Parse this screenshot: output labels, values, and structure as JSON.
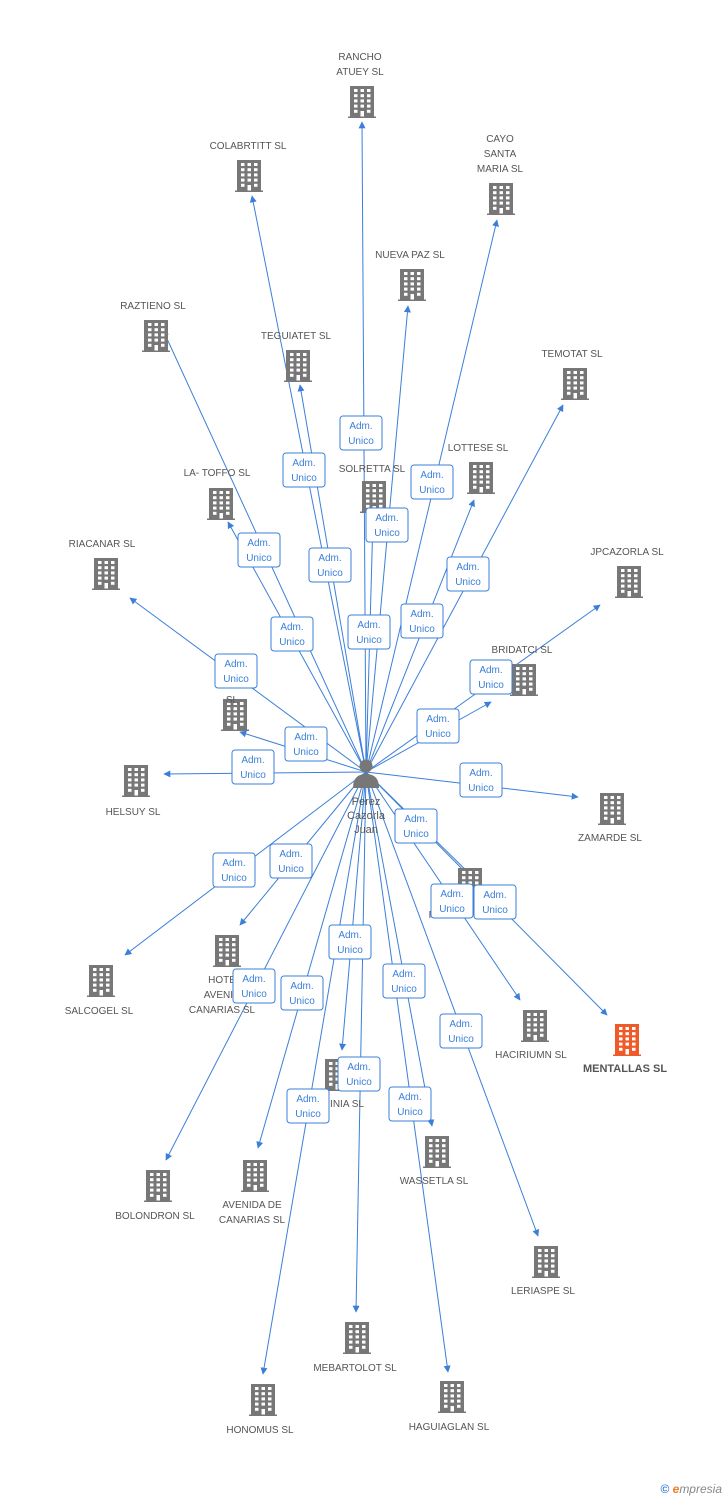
{
  "colors": {
    "edge": "#3b7fd9",
    "building": "#777777",
    "highlight": "#f05a28",
    "text": "#555555"
  },
  "center": {
    "name_lines": [
      "Perez",
      "Cazorla",
      "Juan"
    ],
    "icon": "person-icon"
  },
  "relation_label": [
    "Adm.",
    "Unico"
  ],
  "companies": [
    {
      "id": "rancho-atuey",
      "lines": [
        "RANCHO",
        "ATUEY SL"
      ],
      "highlight": false
    },
    {
      "id": "colabrtitt",
      "lines": [
        "COLABRTITT SL"
      ],
      "highlight": false
    },
    {
      "id": "cayo-santa-maria",
      "lines": [
        "CAYO",
        "SANTA",
        "MARIA SL"
      ],
      "highlight": false
    },
    {
      "id": "nueva-paz",
      "lines": [
        "NUEVA PAZ SL"
      ],
      "highlight": false
    },
    {
      "id": "raztieno",
      "lines": [
        "RAZTIENO SL"
      ],
      "highlight": false
    },
    {
      "id": "teguiatet",
      "lines": [
        "TEGUIATET SL"
      ],
      "highlight": false
    },
    {
      "id": "temotat",
      "lines": [
        "TEMOTAT SL"
      ],
      "highlight": false
    },
    {
      "id": "lottese",
      "lines": [
        "LOTTESE SL"
      ],
      "highlight": false
    },
    {
      "id": "la-toffo",
      "lines": [
        "LA- TOFFO SL"
      ],
      "highlight": false
    },
    {
      "id": "solretta",
      "lines": [
        "SOLRETTA SL"
      ],
      "highlight": false
    },
    {
      "id": "riacanar",
      "lines": [
        "RIACANAR SL"
      ],
      "highlight": false
    },
    {
      "id": "jpcazorla",
      "lines": [
        "JPCAZORLA SL"
      ],
      "highlight": false
    },
    {
      "id": "bridatci",
      "lines": [
        "BRIDATCI SL"
      ],
      "highlight": false
    },
    {
      "id": "hab",
      "lines": [
        "HAB",
        "SL"
      ],
      "highlight": false
    },
    {
      "id": "helsuy",
      "lines": [
        "HELSUY SL"
      ],
      "highlight": false
    },
    {
      "id": "zamarde",
      "lines": [
        "ZAMARDE SL"
      ],
      "highlight": false
    },
    {
      "id": "p-unlabeled",
      "lines": [
        "P"
      ],
      "highlight": false
    },
    {
      "id": "salcogel",
      "lines": [
        "SALCOGEL SL"
      ],
      "highlight": false
    },
    {
      "id": "hotel-avenida",
      "lines": [
        "HOTE",
        "AVENID",
        "CANARIAS SL"
      ],
      "highlight": false
    },
    {
      "id": "haciriumn",
      "lines": [
        "HACIRIUMN SL"
      ],
      "highlight": false
    },
    {
      "id": "mentallas",
      "lines": [
        "MENTALLAS SL"
      ],
      "highlight": true
    },
    {
      "id": "inia",
      "lines": [
        "INIA SL"
      ],
      "highlight": false
    },
    {
      "id": "bolondron",
      "lines": [
        "BOLONDRON SL"
      ],
      "highlight": false
    },
    {
      "id": "avenida-canarias",
      "lines": [
        "AVENIDA DE",
        "CANARIAS SL"
      ],
      "highlight": false
    },
    {
      "id": "wassetla",
      "lines": [
        "WASSETLA SL"
      ],
      "highlight": false
    },
    {
      "id": "leriaspe",
      "lines": [
        "LERIASPE SL"
      ],
      "highlight": false
    },
    {
      "id": "mebartolot",
      "lines": [
        "MEBARTOLOT SL"
      ],
      "highlight": false
    },
    {
      "id": "honomus",
      "lines": [
        "HONOMUS SL"
      ],
      "highlight": false
    },
    {
      "id": "haguiaglan",
      "lines": [
        "HAGUIAGLAN SL"
      ],
      "highlight": false
    }
  ],
  "footer": {
    "copyright": "©",
    "brand_initial": "e",
    "brand_rest": "mpresia"
  }
}
